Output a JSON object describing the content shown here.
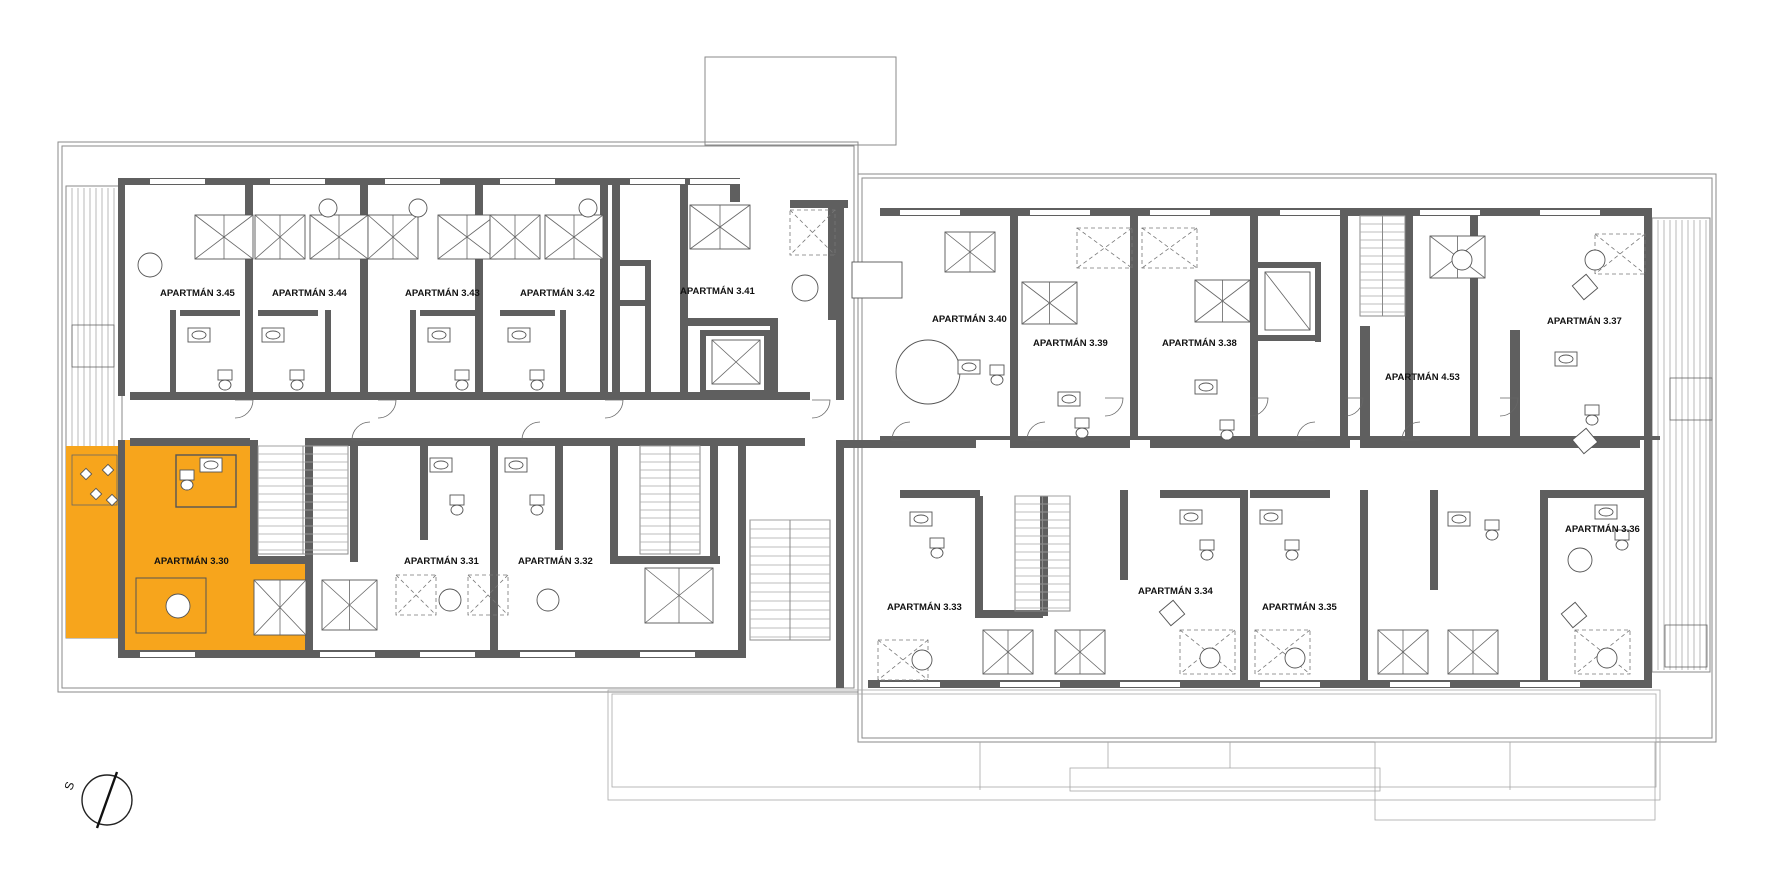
{
  "plan": {
    "highlight_color": "#f7a51c",
    "wall_color": "#5f5f5f",
    "highlighted_unit": "APARTMÁN 3.30",
    "units": [
      {
        "id": "3.45",
        "label": "APARTMÁN 3.45"
      },
      {
        "id": "3.44",
        "label": "APARTMÁN 3.44"
      },
      {
        "id": "3.43",
        "label": "APARTMÁN 3.43"
      },
      {
        "id": "3.42",
        "label": "APARTMÁN 3.42"
      },
      {
        "id": "3.41",
        "label": "APARTMÁN 3.41"
      },
      {
        "id": "3.40",
        "label": "APARTMÁN 3.40"
      },
      {
        "id": "3.39",
        "label": "APARTMÁN 3.39"
      },
      {
        "id": "3.38",
        "label": "APARTMÁN 3.38"
      },
      {
        "id": "4.53",
        "label": "APARTMÁN 4.53"
      },
      {
        "id": "3.37",
        "label": "APARTMÁN 3.37"
      },
      {
        "id": "3.30",
        "label": "APARTMÁN 3.30"
      },
      {
        "id": "3.31",
        "label": "APARTMÁN 3.31"
      },
      {
        "id": "3.32",
        "label": "APARTMÁN 3.32"
      },
      {
        "id": "3.33",
        "label": "APARTMÁN 3.33"
      },
      {
        "id": "3.34",
        "label": "APARTMÁN 3.34"
      },
      {
        "id": "3.35",
        "label": "APARTMÁN 3.35"
      },
      {
        "id": "3.36",
        "label": "APARTMÁN 3.36"
      }
    ],
    "north_arrow": {
      "label": "S",
      "icon": "north-arrow-icon"
    }
  }
}
